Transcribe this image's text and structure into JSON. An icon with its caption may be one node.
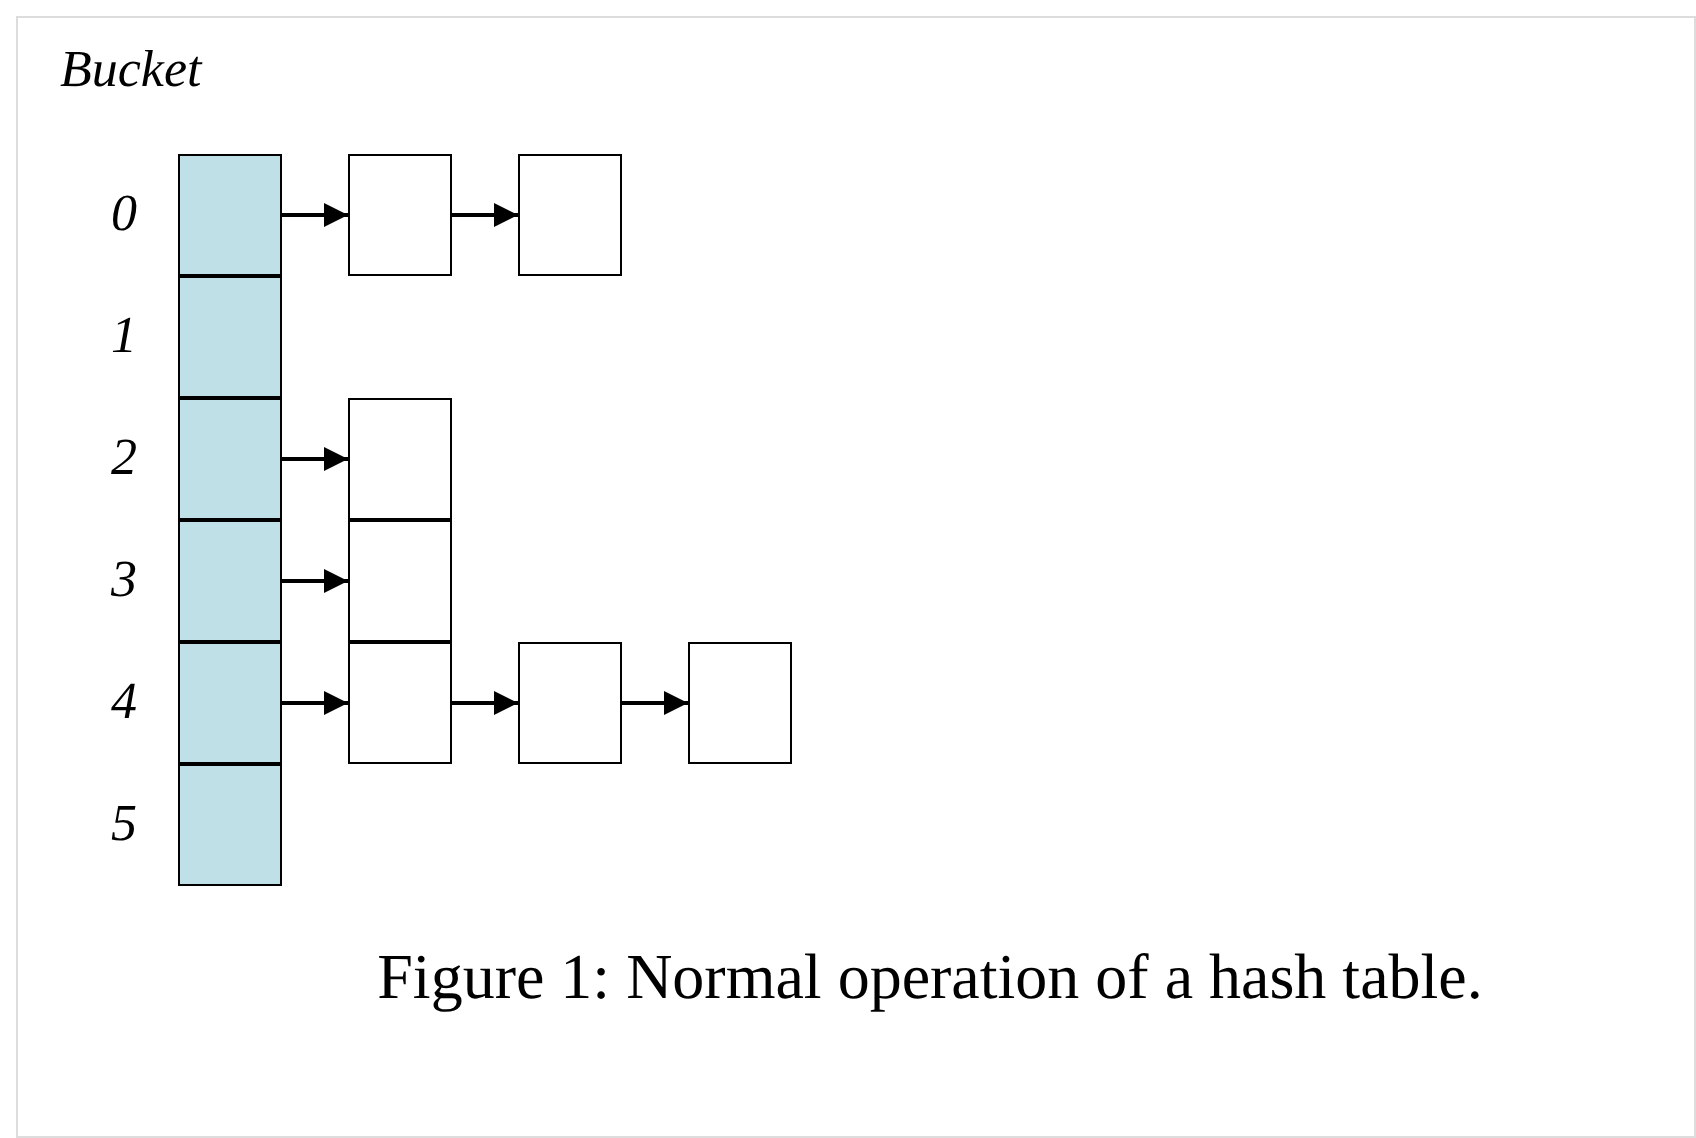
{
  "diagram": {
    "caption": "Figure 1: Normal operation of a hash table.",
    "nodes": [
      {
        "text": [],
        "shape": "box",
        "beside": [
          "0"
        ]
      },
      {
        "text": [],
        "shape": "box",
        "beside": [
          "1"
        ]
      },
      {
        "text": [],
        "shape": "box",
        "beside": [
          "2"
        ]
      },
      {
        "text": [],
        "shape": "box",
        "beside": [
          "3"
        ]
      },
      {
        "text": [],
        "shape": "box",
        "beside": [
          "4"
        ]
      },
      {
        "text": [],
        "shape": "box",
        "beside": [
          "5"
        ]
      },
      {
        "text": [],
        "shape": "box"
      },
      {
        "text": [],
        "shape": "box"
      },
      {
        "text": [],
        "shape": "box"
      },
      {
        "text": [],
        "shape": "box"
      },
      {
        "text": [],
        "shape": "box"
      },
      {
        "text": [],
        "shape": "box"
      },
      {
        "text": [],
        "shape": "box"
      }
    ],
    "edges": [
      {
        "from": 0,
        "to": 6,
        "arrow": "to"
      },
      {
        "from": 6,
        "to": 7,
        "arrow": "to"
      },
      {
        "from": 2,
        "to": 8,
        "arrow": "to"
      },
      {
        "from": 3,
        "to": 9,
        "arrow": "to"
      },
      {
        "from": 4,
        "to": 10,
        "arrow": "to"
      },
      {
        "from": 10,
        "to": 11,
        "arrow": "to"
      },
      {
        "from": 11,
        "to": 12,
        "arrow": "to"
      }
    ],
    "labels": [
      "Bucket"
    ]
  }
}
